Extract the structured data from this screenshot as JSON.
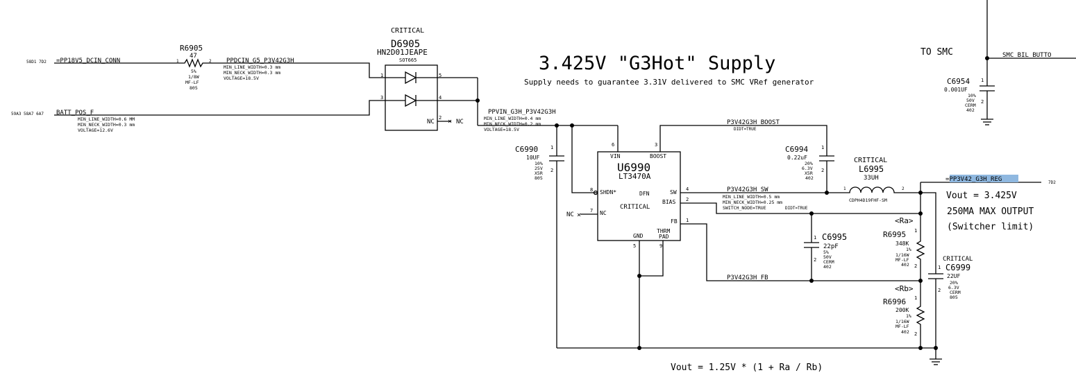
{
  "title": "3.425V \"G3Hot\" Supply",
  "subtitle": "Supply needs to guarantee 3.31V delivered to SMC VRef generator",
  "formula": "Vout = 1.25V * (1 + Ra / Rb)",
  "to_smc": "TO SMC",
  "smc_net": "SMC_BIL_BUTTO",
  "nets": {
    "dcin": {
      "ref": "58D1 7D2",
      "name": "=PP18V5_DCIN_CONN"
    },
    "batt": {
      "ref": "59A3 58A7 6A7",
      "name": "BATT_POS_F",
      "p1": "MIN_LINE_WIDTH=0.6 MM",
      "p2": "MIN_NECK_WIDTH=0.3 mm",
      "p3": "VOLTAGE=12.6V"
    },
    "ppdcin": {
      "name": "PPDCIN_G5_P3V42G3H",
      "p1": "MIN_LINE_WIDTH=0.3 mm",
      "p2": "MIN_NECK_WIDTH=0.3 mm",
      "p3": "VOLTAGE=18.5V"
    },
    "ppvin": {
      "name": "PPVIN_G3H_P3V42G3H",
      "p1": "MIN_LINE_WIDTH=0.4 mm",
      "p2": "MIN_NECK_WIDTH=0.2 mm",
      "p3": "VOLTAGE=18.5V"
    },
    "boost": {
      "name": "P3V42G3H_BOOST",
      "p1": "DIDT=TRUE"
    },
    "sw": {
      "name": "P3V42G3H_SW",
      "p1": "MIN_LINE_WIDTH=0.5 mm",
      "p2": "MIN_NECK_WIDTH=0.25 mm",
      "p3": "SWITCH_NODE=TRUE",
      "p4": "DIDT=TRUE"
    },
    "fb": {
      "name": "P3V42G3H_FB"
    },
    "reg": {
      "name": "=PP3V42_G3H_REG",
      "ref": "7D2"
    }
  },
  "vout": {
    "l1": "Vout = 3.425V",
    "l2": "250MA MAX OUTPUT",
    "l3": "(Switcher limit)"
  },
  "r6905": {
    "ref": "R6905",
    "val": "47",
    "p1": "5%",
    "p2": "1/8W",
    "p3": "MF-LF",
    "p4": "805",
    "pin1": "1",
    "pin2": "2"
  },
  "d6905": {
    "crit": "CRITICAL",
    "ref": "D6905",
    "part": "HN2D01JEAPE",
    "pkg": "SOT665",
    "pin1": "1",
    "pin3": "3",
    "pin5": "5",
    "pin4": "4",
    "pin2": "2",
    "nc_in": "NC",
    "nc_out": "NC"
  },
  "c6990": {
    "ref": "C6990",
    "val": "10UF",
    "p1": "10%",
    "p2": "25V",
    "p3": "X5R",
    "p4": "805",
    "pin1": "1",
    "pin2": "2"
  },
  "u6990": {
    "ref": "U6990",
    "part": "LT3470A",
    "vin": "VIN",
    "boost": "BOOST",
    "shdn": "SHDN*",
    "dfn": "DFN",
    "sw": "SW",
    "bias": "BIAS",
    "nc": "NC",
    "crit": "CRITICAL",
    "fb": "FB",
    "gnd": "GND",
    "thrm1": "THRM",
    "thrm2": "PAD",
    "p6": "6",
    "p3": "3",
    "p8": "8",
    "p4": "4",
    "p2": "2",
    "p7": "7",
    "p1": "1",
    "p5": "5",
    "p9": "9",
    "nc_ext": "NC"
  },
  "c6994": {
    "ref": "C6994",
    "val": "0.22uF",
    "p1": "20%",
    "p2": "6.3V",
    "p3": "X5R",
    "p4": "402",
    "pin1": "1",
    "pin2": "2"
  },
  "l6995": {
    "crit": "CRITICAL",
    "ref": "L6995",
    "val": "33UH",
    "part": "CDPH4D19FHF-SM",
    "pin1": "1",
    "pin2": "2"
  },
  "c6995": {
    "ref": "C6995",
    "val": "22pF",
    "p1": "5%",
    "p2": "50V",
    "p3": "CERM",
    "p4": "402",
    "pin1": "1",
    "pin2": "2"
  },
  "r6995": {
    "tag": "<Ra>",
    "ref": "R6995",
    "val": "348K",
    "p1": "1%",
    "p2": "1/16W",
    "p3": "MF-LF",
    "p4": "402",
    "pin1": "1",
    "pin2": "2"
  },
  "r6996": {
    "tag": "<Rb>",
    "ref": "R6996",
    "val": "200K",
    "p1": "1%",
    "p2": "1/16W",
    "p3": "MF-LF",
    "p4": "402",
    "pin1": "1",
    "pin2": "2"
  },
  "c6999": {
    "crit": "CRITICAL",
    "ref": "C6999",
    "val": "22UF",
    "p1": "20%",
    "p2": "6.3V",
    "p3": "CERM",
    "p4": "805",
    "pin1": "1",
    "pin2": "2"
  },
  "c6954": {
    "ref": "C6954",
    "val": "0.001UF",
    "p1": "10%",
    "p2": "50V",
    "p3": "CERM",
    "p4": "402",
    "pin1": "1",
    "pin2": "2"
  }
}
